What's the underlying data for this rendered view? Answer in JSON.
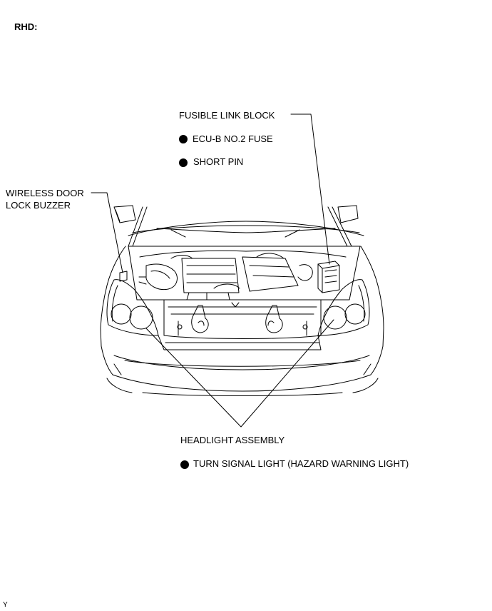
{
  "header": {
    "title": "RHD:"
  },
  "labels": {
    "fusible_link_block": "FUSIBLE LINK BLOCK",
    "ecu_b_fuse": "ECU-B NO.2 FUSE",
    "short_pin": "SHORT PIN",
    "wireless_door_line1": "WIRELESS DOOR",
    "wireless_door_line2": "LOCK BUZZER",
    "headlight_assembly": "HEADLIGHT ASSEMBLY",
    "turn_signal": "TURN SIGNAL LIGHT (HAZARD WARNING LIGHT)"
  },
  "footer": {
    "code": "Y"
  }
}
